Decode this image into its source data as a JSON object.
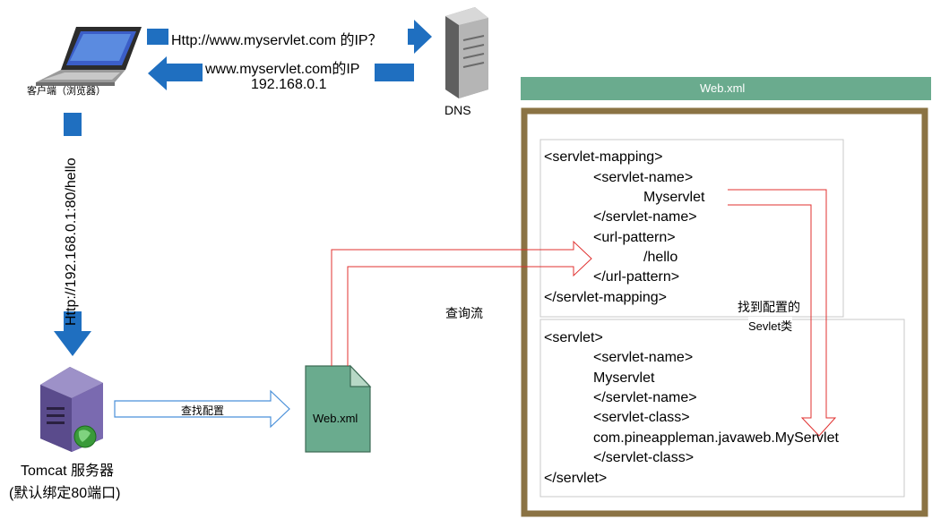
{
  "client": {
    "label": "客户端（浏览器）"
  },
  "dns": {
    "label": "DNS",
    "request": "Http://www.myservlet.com 的IP？",
    "response_line1": "www.myservlet.com的IP",
    "response_line2": "192.168.0.1"
  },
  "request_url": "Http://192.168.0.1:80/hello",
  "tomcat": {
    "line1": "Tomcat 服务器",
    "line2": "(默认绑定80端口)"
  },
  "lookup_label": "查找配置",
  "doc_label": "Web.xml",
  "flow_label": "查询流",
  "found_label_line1": "找到配置的",
  "found_label_line2": "Sevlet类",
  "webxml_panel": {
    "title": "Web.xml",
    "mapping_lines": [
      "<servlet-mapping>",
      "<servlet-name>",
      "Myservlet",
      "</servlet-name>",
      "<url-pattern>",
      "/hello",
      "</url-pattern>",
      "</servlet-mapping>"
    ],
    "servlet_lines": [
      "<servlet>",
      "<servlet-name>",
      "Myservlet",
      "</servlet-name>",
      "<servlet-class>",
      "com.pineappleman.javaweb.MyServlet",
      "</servlet-class>",
      "</servlet>"
    ]
  },
  "colors": {
    "arrow_blue": "#1f6fc0",
    "panel_header": "#6aab8e",
    "panel_frame": "#8b7344",
    "doc_green": "#6aab8e",
    "flow_red": "#e0302f"
  }
}
